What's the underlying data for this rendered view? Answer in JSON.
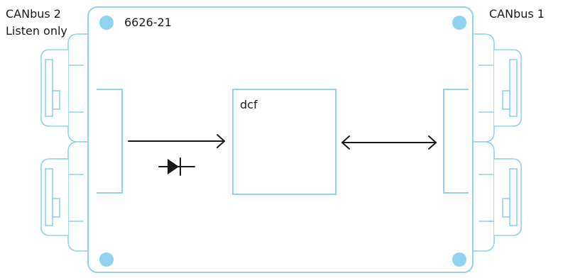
{
  "labels": {
    "left_connector_line1": "CANbus 2",
    "left_connector_line2": "Listen only",
    "right_connector": "CANbus 1",
    "device_id": "6626-21",
    "center_block": "dcf"
  },
  "colors": {
    "outline": "#8fd3ef",
    "dots": "#8fd3ef",
    "text": "#1a1a1a",
    "background": "#ffffff"
  }
}
